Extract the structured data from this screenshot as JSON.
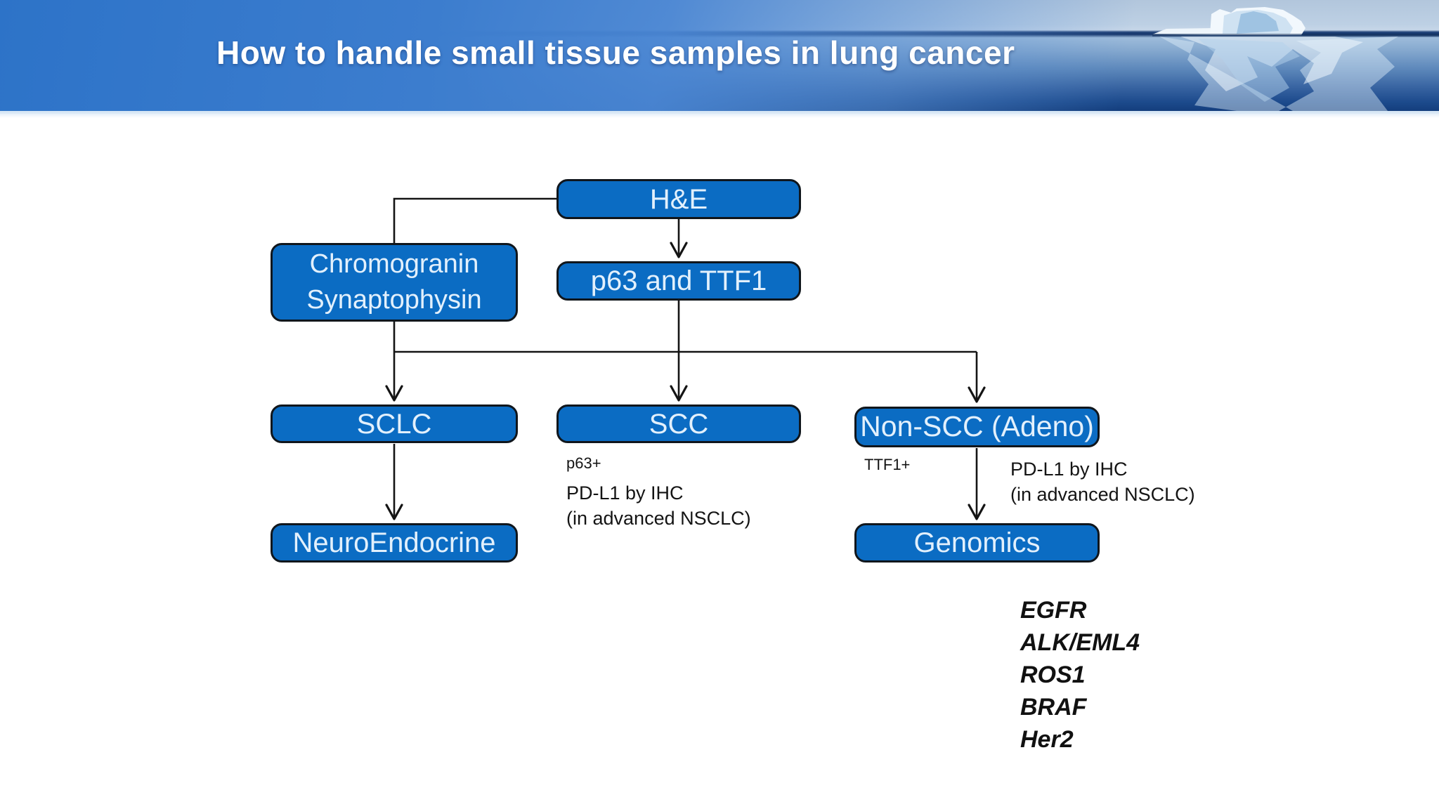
{
  "header": {
    "title": "How to handle small tissue samples in lung cancer",
    "illustration": "iceberg-photo"
  },
  "colors": {
    "node_fill": "#0b6cc3",
    "node_border": "#10161c",
    "node_text": "#e2f0fc",
    "connector": "#141414",
    "banner_blue": "#2d73c8",
    "banner_deep_sea": "#143e7d",
    "title_text": "#ffffff"
  },
  "flowchart": {
    "nodes": {
      "he": {
        "label": "H&E"
      },
      "chromogranin": {
        "label": "Chromogranin\nSynaptophysin"
      },
      "p63ttf1": {
        "label": "p63 and TTF1"
      },
      "sclc": {
        "label": "SCLC"
      },
      "scc": {
        "label": "SCC"
      },
      "nonscc": {
        "label": "Non-SCC (Adeno)"
      },
      "neuroendocrine": {
        "label": "NeuroEndocrine"
      },
      "genomics": {
        "label": "Genomics"
      }
    },
    "annotations": {
      "scc_marker": "p63+",
      "scc_pdl1": "PD-L1 by IHC\n(in advanced NSCLC)",
      "nonscc_marker": "TTF1+",
      "nonscc_pdl1": "PD-L1 by IHC\n(in advanced NSCLC)"
    },
    "genes": [
      "EGFR",
      "ALK/EML4",
      "ROS1",
      "BRAF",
      "Her2"
    ]
  }
}
